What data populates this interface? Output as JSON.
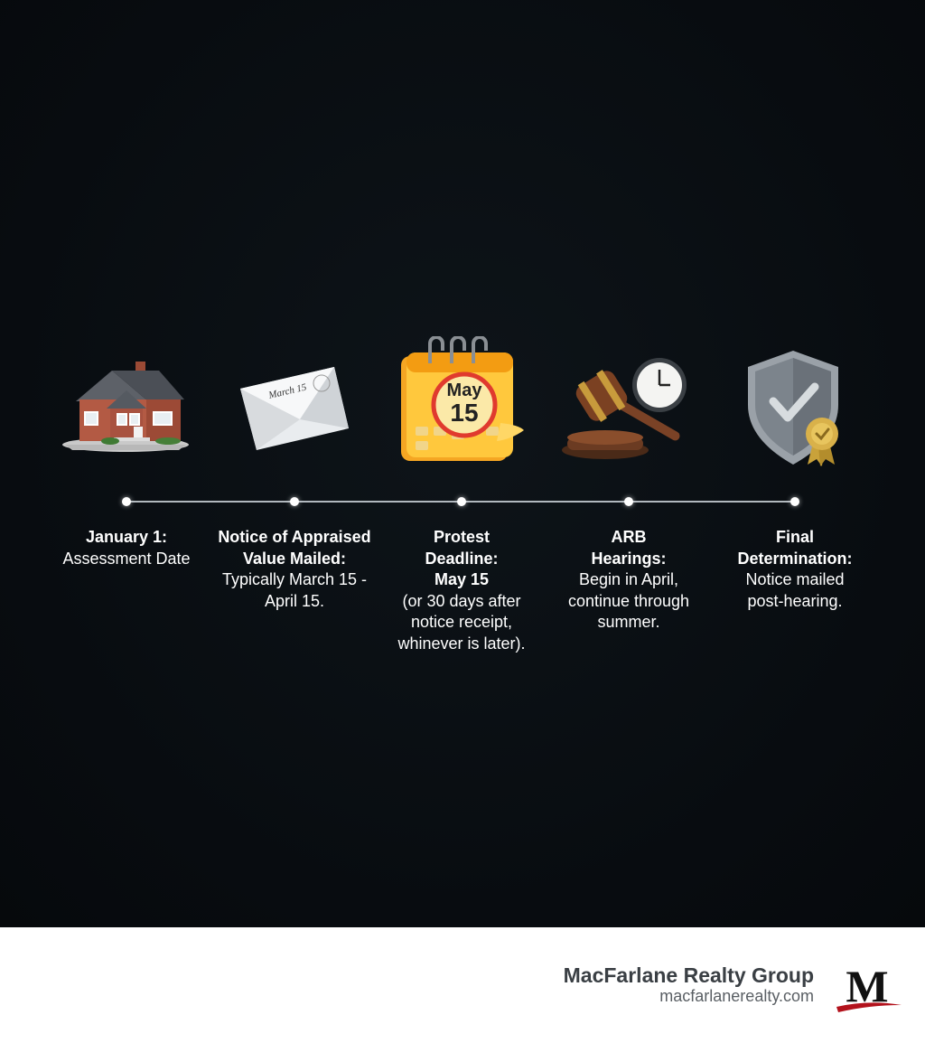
{
  "steps": [
    {
      "title": "January 1:",
      "body": "Assessment Date",
      "icon": "house-icon"
    },
    {
      "title": "Notice of Appraised Value Mailed:",
      "body": "Typically March 15 - April 15.",
      "icon": "envelope-icon",
      "envelope_text": "March 15"
    },
    {
      "title": "Protest Deadline: May 15",
      "body": "(or 30 days after notice receipt, whinever is later).",
      "icon": "calendar-icon",
      "calendar_month": "May",
      "calendar_day": "15"
    },
    {
      "title": "ARB Hearings:",
      "body": "Begin in April, continue through summer.",
      "icon": "gavel-clock-icon"
    },
    {
      "title": "Final Determination:",
      "body": "Notice mailed post-hearing.",
      "icon": "shield-check-icon"
    }
  ],
  "footer": {
    "company": "MacFarlane Realty Group",
    "url": "macfarlanerealty.com",
    "logo_letter": "M"
  },
  "colors": {
    "background": "#0a0f14",
    "timeline": "#cfd6dc",
    "text": "#ffffff",
    "footer_bg": "#ffffff",
    "logo_red": "#b3121c"
  }
}
